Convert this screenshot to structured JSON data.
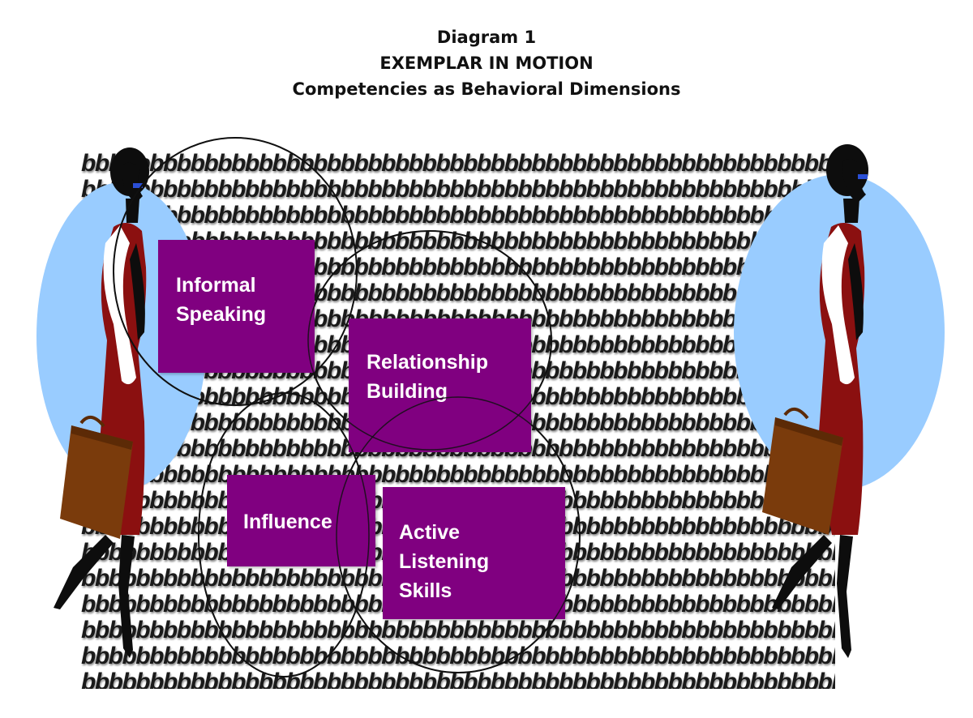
{
  "title": {
    "line1": "Diagram 1",
    "line2": "EXEMPLAR IN MOTION",
    "line3": "Competencies as Behavioral Dimensions"
  },
  "background_pattern": {
    "text": "bbbbbbbbbbbbbbbbbbbbbbbbbbbbbbbbbbbbbbbbbbbbbbbbbbbbbbbbbbbbbbbbbbbbbbbb",
    "color": "#1a1a1a"
  },
  "competencies": [
    {
      "id": "informal-speaking",
      "lines": [
        "Informal",
        "Speaking"
      ]
    },
    {
      "id": "relationship-building",
      "lines": [
        "Relationship",
        "Building"
      ]
    },
    {
      "id": "influence",
      "lines": [
        "Influence"
      ]
    },
    {
      "id": "active-listening-skills",
      "lines": [
        "Active",
        "Listening",
        "Skills"
      ]
    }
  ],
  "colors": {
    "box_fill": "#800080",
    "box_text": "#ffffff",
    "oval_fill": "#99ccff",
    "dress": "#8b1010",
    "scarf": "#ffffff",
    "briefcase": "#7a3b0c",
    "silhouette": "#0d0d0d"
  },
  "icons": {
    "left_figure": "businesswoman-silhouette-icon",
    "right_figure": "businesswoman-silhouette-icon"
  }
}
